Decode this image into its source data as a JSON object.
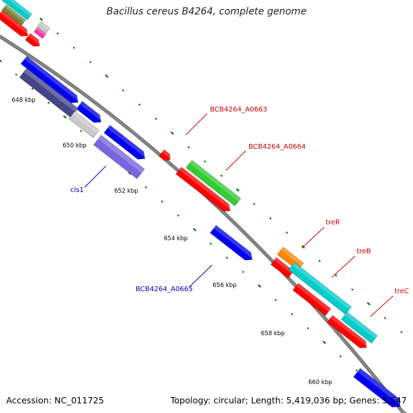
{
  "title": "Bacillus cereus B4264, complete genome",
  "footer": {
    "accession": "Accession: NC_011725",
    "summary": "Topology: circular; Length: 5,419,036 bp; Genes: 5,547"
  },
  "scale_labels": [
    "648 kbp",
    "650 kbp",
    "652 kbp",
    "654 kbp",
    "656 kbp",
    "658 kbp",
    "660 kbp"
  ],
  "gene_labels": [
    {
      "text": "BCB4264_A0663",
      "color": "#cc0000"
    },
    {
      "text": "BCB4264_A0664",
      "color": "#cc0000"
    },
    {
      "text": "treR",
      "color": "#cc0000"
    },
    {
      "text": "treB",
      "color": "#cc0000"
    },
    {
      "text": "treC",
      "color": "#cc0000"
    },
    {
      "text": "cls1",
      "color": "#0000bb"
    },
    {
      "text": "BCB4264_A0665",
      "color": "#0000bb"
    }
  ],
  "colors": {
    "backbone": "#888888",
    "tick": "#007700",
    "red": "#ff0000",
    "blue": "#0000ee",
    "green": "#33cc33",
    "orange": "#ff8800",
    "cyan": "#00cccc",
    "navy": "#444488",
    "lavender": "#7766dd",
    "silver": "#c8c8c8",
    "magenta": "#ff33aa",
    "olive": "#778833"
  },
  "features": [
    {
      "name": "fragment-cyan",
      "color": "cyan"
    },
    {
      "name": "fragment-olive",
      "color": "olive"
    },
    {
      "name": "fragment-red-left",
      "color": "red"
    },
    {
      "name": "fragment-silver",
      "color": "silver"
    },
    {
      "name": "fragment-magenta",
      "color": "magenta"
    },
    {
      "name": "fragment-red-right",
      "color": "red"
    },
    {
      "name": "gene-blue-upper",
      "color": "blue"
    },
    {
      "name": "gene-blue-mid",
      "color": "blue"
    },
    {
      "name": "gene-navy",
      "color": "navy"
    },
    {
      "name": "gene-silver",
      "color": "silver"
    },
    {
      "name": "gene-blue-cls1-pair",
      "color": "blue"
    },
    {
      "name": "gene-lavender-cls1",
      "color": "lavender"
    },
    {
      "name": "gene-BCB4264_A0663",
      "color": "red"
    },
    {
      "name": "gene-BCB4264_A0664-green",
      "color": "green"
    },
    {
      "name": "gene-BCB4264_A0664-red",
      "color": "red"
    },
    {
      "name": "gene-BCB4264_A0665",
      "color": "blue"
    },
    {
      "name": "gene-treR",
      "color": "orange"
    },
    {
      "name": "gene-treR-red",
      "color": "red"
    },
    {
      "name": "gene-treB-cyan",
      "color": "cyan"
    },
    {
      "name": "gene-treB-red",
      "color": "red"
    },
    {
      "name": "gene-treC-cyan",
      "color": "cyan"
    },
    {
      "name": "gene-treC-red",
      "color": "red"
    },
    {
      "name": "gene-blue-bottom",
      "color": "blue"
    }
  ]
}
